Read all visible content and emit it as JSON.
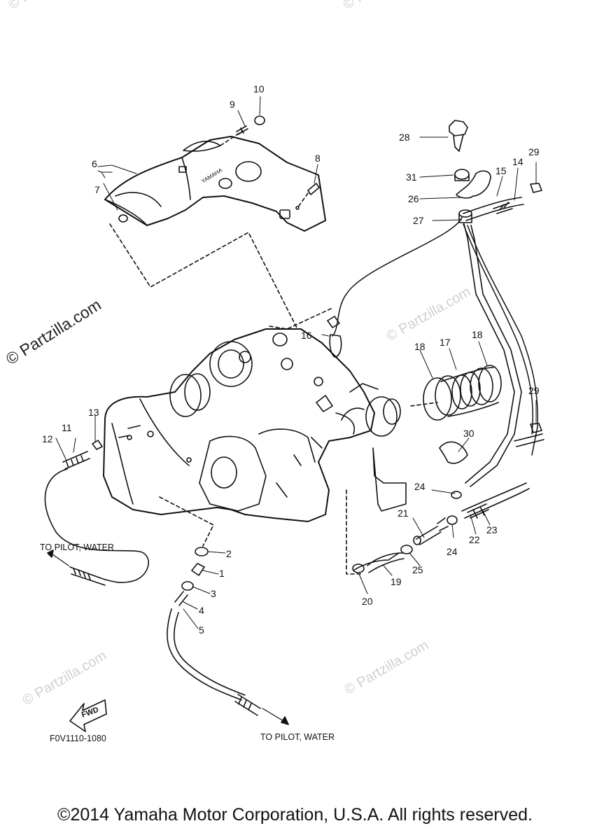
{
  "watermark": "© Partzilla.com",
  "copyright": "©2014 Yamaha Motor Corporation, U.S.A. All rights reserved.",
  "diagram_code": "F0V1110-1080",
  "fwd_label": "FWD",
  "brand_mark": "YAMAHA",
  "annotations": {
    "to_pilot_left": "TO PILOT, WATER",
    "to_pilot_bottom": "TO PILOT, WATER"
  },
  "callouts": [
    "1",
    "2",
    "3",
    "4",
    "5",
    "6",
    "7",
    "8",
    "9",
    "10",
    "11",
    "12",
    "13",
    "14",
    "15",
    "16",
    "17",
    "18",
    "18",
    "19",
    "20",
    "21",
    "22",
    "23",
    "24",
    "24",
    "25",
    "26",
    "27",
    "28",
    "29",
    "29",
    "30",
    "31"
  ]
}
